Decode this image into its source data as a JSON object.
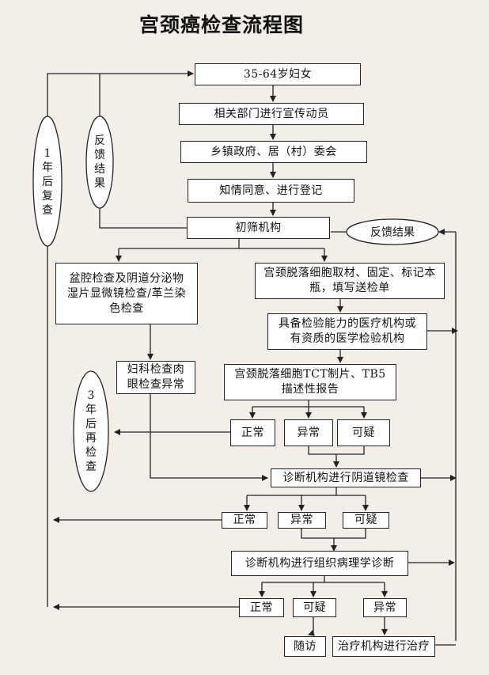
{
  "title": "宫颈癌检查流程图",
  "nodes": {
    "women": "35-64岁妇女",
    "publicity": "相关部门进行宣传动员",
    "township": "乡镇政府、居（村）委会",
    "consent": "知情同意、进行登记",
    "screening": "初筛机构",
    "pelvic": "盆腔检查及阴道分泌物湿片显微镜检查/革兰染色检查",
    "cervical_sampling": "宫颈脱落细胞取材、固定、标记本瓶，填写送检单",
    "lab": "具备检验能力的医疗机构或有资质的医学检验机构",
    "gyn_abnormal": "妇科检查肉眼检查异常",
    "tct": "宫颈脱落细胞TCT制片、TB5描述性报告",
    "tct_normal": "正常",
    "tct_abnormal": "异常",
    "tct_suspicious": "可疑",
    "colposcopy": "诊断机构进行阴道镜检查",
    "colpo_normal": "正常",
    "colpo_abnormal": "异常",
    "colpo_suspicious": "可疑",
    "pathology": "诊断机构进行组织病理学诊断",
    "path_normal": "正常",
    "path_suspicious": "可疑",
    "path_abnormal": "异常",
    "follow_up": "随访",
    "treatment": "治疗机构进行治疗"
  },
  "ovals": {
    "one_year": "1年后复查",
    "feedback_left": "反馈结果",
    "feedback_right": "反馈结果",
    "three_years": "3年后再检查"
  }
}
